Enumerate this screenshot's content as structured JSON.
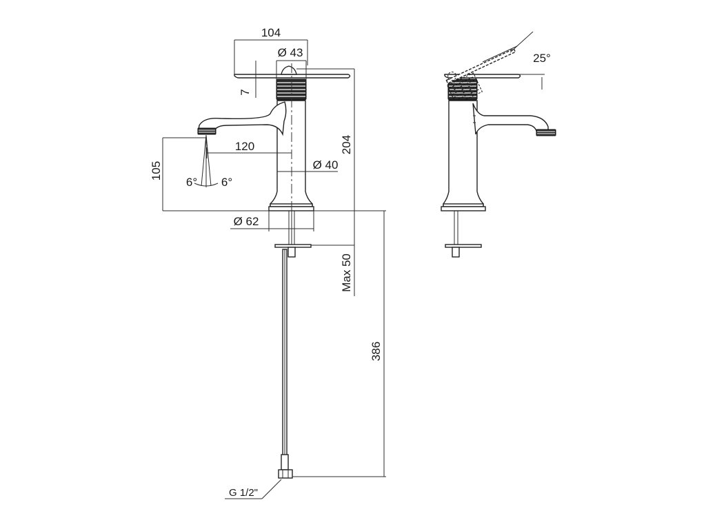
{
  "dimensions": {
    "overall_width": "104",
    "lever_base_diameter": "Ø 43",
    "lever_thickness": "7",
    "spout_reach": "120",
    "spout_height": "105",
    "spray_angle_left": "6°",
    "spray_angle_right": "6°",
    "body_diameter": "Ø 40",
    "total_height": "204",
    "base_diameter": "Ø 62",
    "max_deck_thickness": "Max 50",
    "hose_length": "386",
    "connection_thread": "G 1/2\"",
    "lever_angle": "25°"
  }
}
